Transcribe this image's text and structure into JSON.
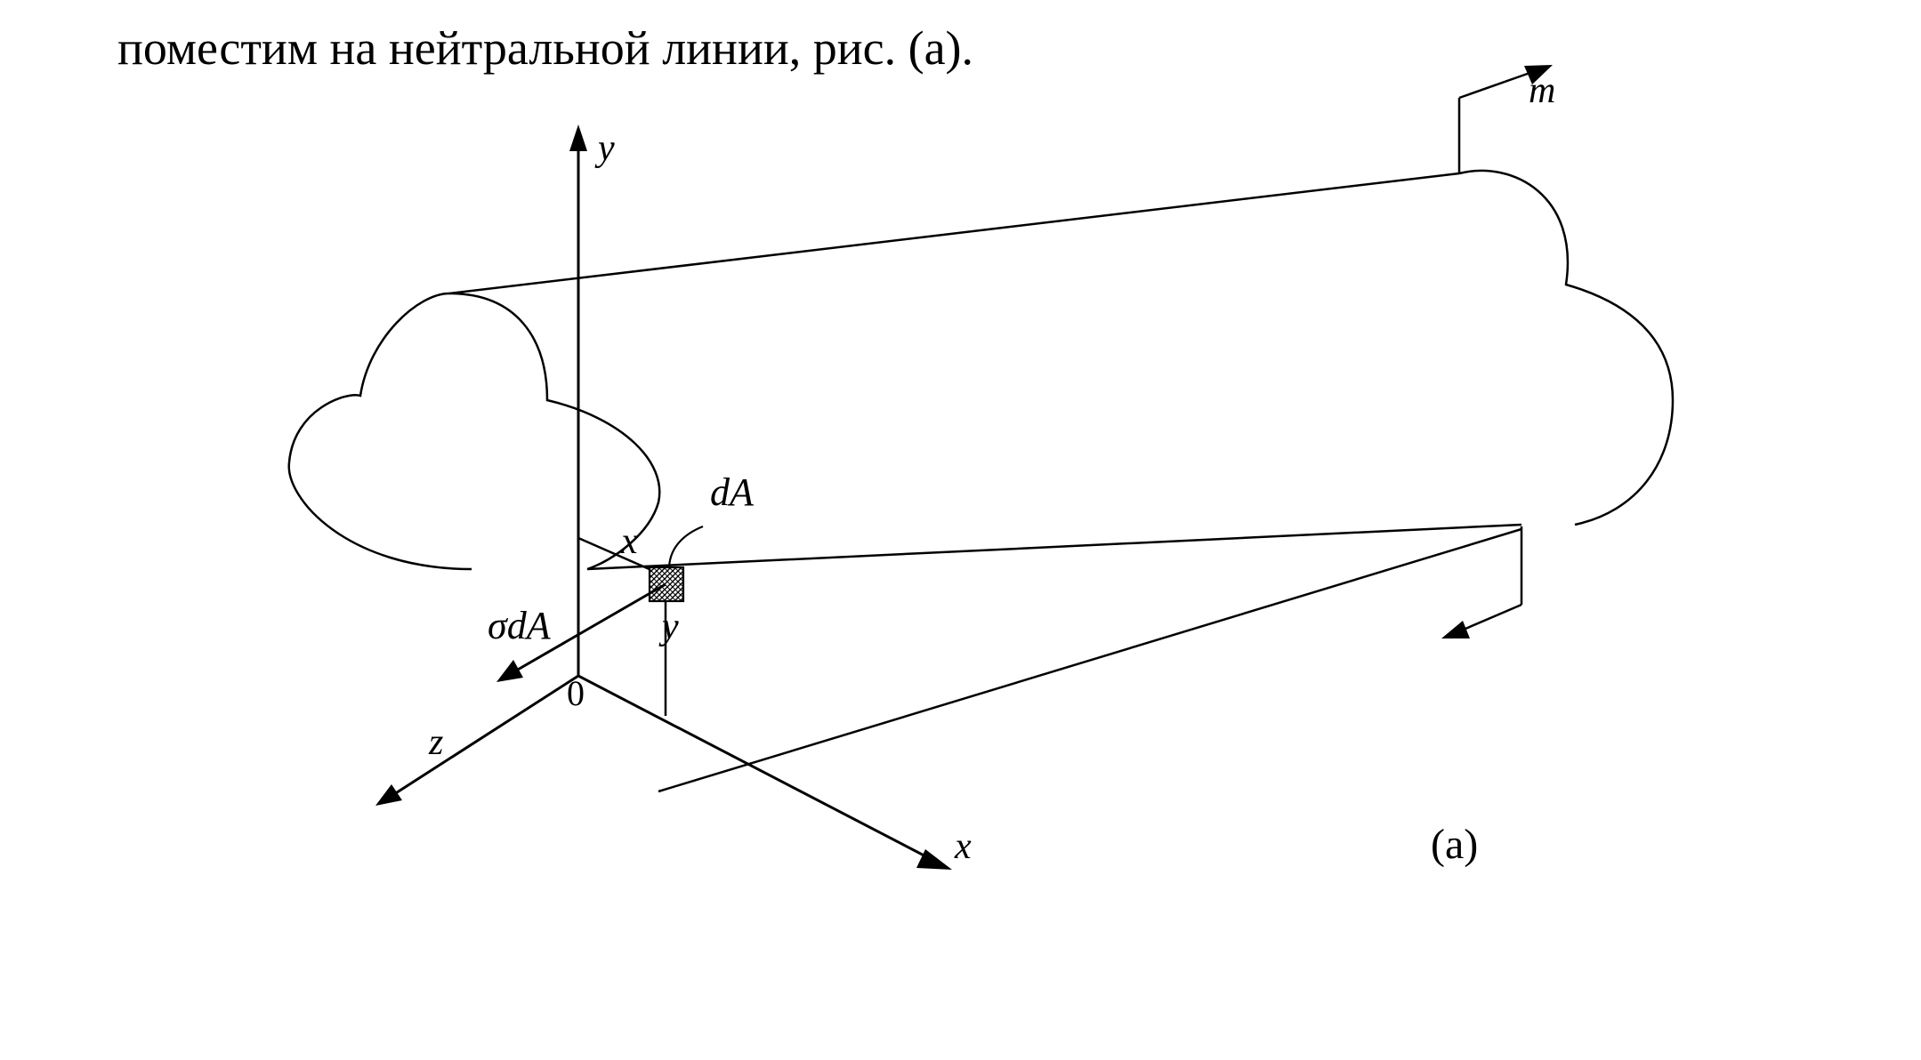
{
  "text": {
    "caption_line": "поместим на нейтральной линии, рис. (а)."
  },
  "figure": {
    "labels": {
      "axis_y": "y",
      "axis_x": "x",
      "axis_z": "z",
      "origin": "0",
      "element_area": "dA",
      "force": "σdA",
      "coord_x": "x",
      "coord_y": "y",
      "moment": "m",
      "panel": "(а)"
    }
  }
}
